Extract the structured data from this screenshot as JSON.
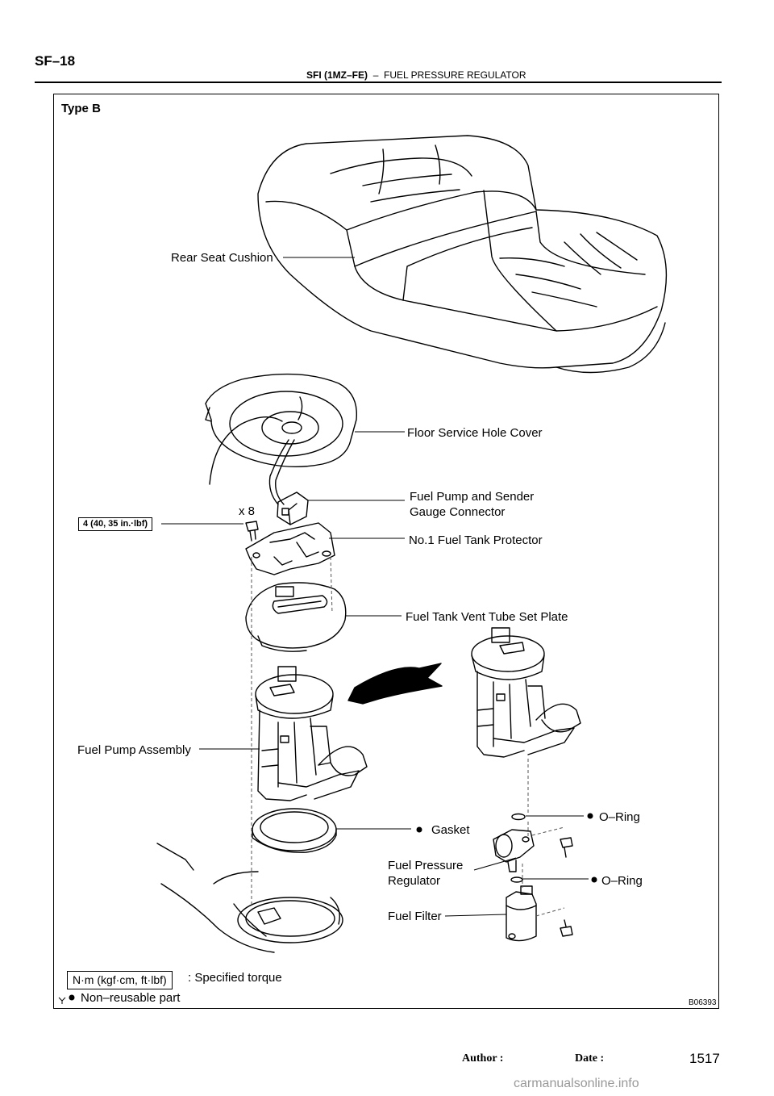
{
  "header": {
    "page_number": "SF–18",
    "section": "SFI (1MZ–FE)",
    "separator": "–",
    "topic": "FUEL PRESSURE REGULATOR"
  },
  "figure": {
    "type_label": "Type B",
    "image_code": "B06393",
    "parts": {
      "rear_seat_cushion": "Rear Seat Cushion",
      "floor_service_hole_cover": "Floor Service Hole Cover",
      "connector_line1": "Fuel Pump and Sender",
      "connector_line2": "Gauge Connector",
      "protector": "No.1 Fuel Tank Protector",
      "vent_plate": "Fuel Tank Vent Tube Set Plate",
      "pump_assembly": "Fuel Pump Assembly",
      "gasket": "Gasket",
      "o_ring_upper": "O–Ring",
      "o_ring_lower": "O–Ring",
      "regulator_line1": "Fuel  Pressure",
      "regulator_line2": "Regulator",
      "filter": "Fuel Filter",
      "bolt_count": "x 8",
      "torque": "4 (40, 35 in.·lbf)"
    },
    "legend": {
      "torque_unit": "N·m (kgf·cm, ft·lbf)",
      "torque_desc": ": Specified torque",
      "nonreusable_desc": "Non–reusable part"
    }
  },
  "footer": {
    "author_label": "Author :",
    "date_label": "Date :",
    "page": "1517",
    "watermark": "carmanualsonline.info"
  }
}
